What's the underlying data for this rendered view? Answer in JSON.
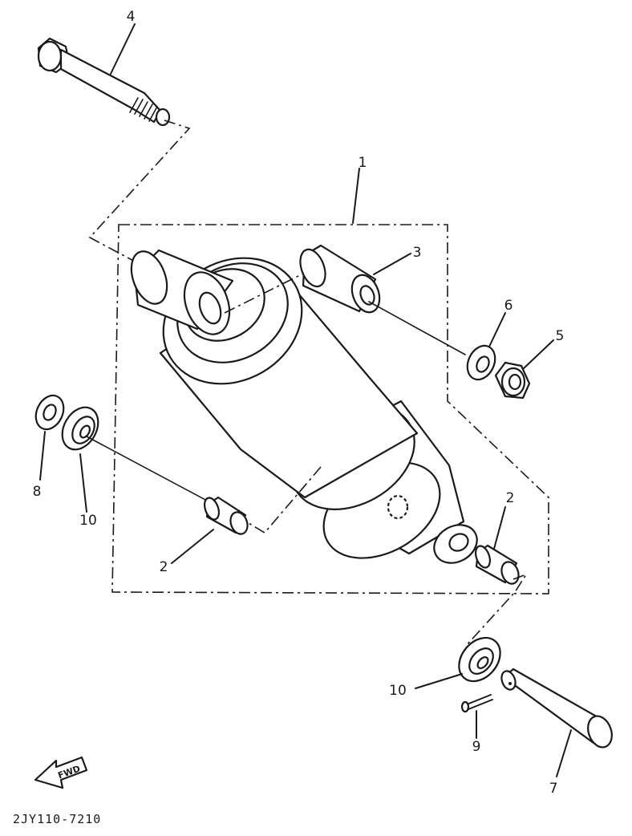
{
  "callouts": {
    "c1": "1",
    "c2a": "2",
    "c2b": "2",
    "c3": "3",
    "c4": "4",
    "c5": "5",
    "c6": "6",
    "c7": "7",
    "c8": "8",
    "c9": "9",
    "c10a": "10",
    "c10b": "10"
  },
  "direction_label": "FWD",
  "diagram_code": "2JY110-7210"
}
